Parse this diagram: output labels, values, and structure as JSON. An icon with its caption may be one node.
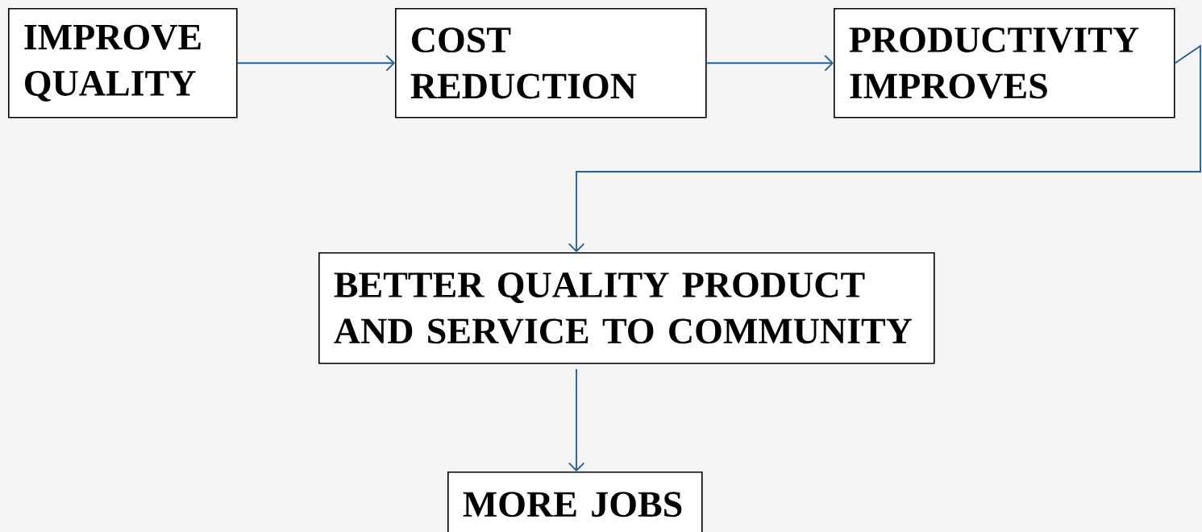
{
  "diagram": {
    "nodes": [
      {
        "text": [
          "IMPROVE QUALITY"
        ]
      },
      {
        "text": [
          "COST REDUCTION"
        ]
      },
      {
        "text": [
          "PRODUCTIVITY IMPROVES"
        ]
      },
      {
        "text": [
          "BETTER QUALITY PRODUCT AND SERVICE TO COMMUNITY"
        ]
      },
      {
        "text": [
          "MORE JOBS"
        ]
      }
    ],
    "edges": [
      {
        "from": 0,
        "to": 1,
        "arrow": "to"
      },
      {
        "from": 1,
        "to": 2,
        "arrow": "to"
      },
      {
        "from": 2,
        "to": 3,
        "arrow": "to"
      },
      {
        "from": 3,
        "to": 4,
        "arrow": "to"
      }
    ]
  }
}
